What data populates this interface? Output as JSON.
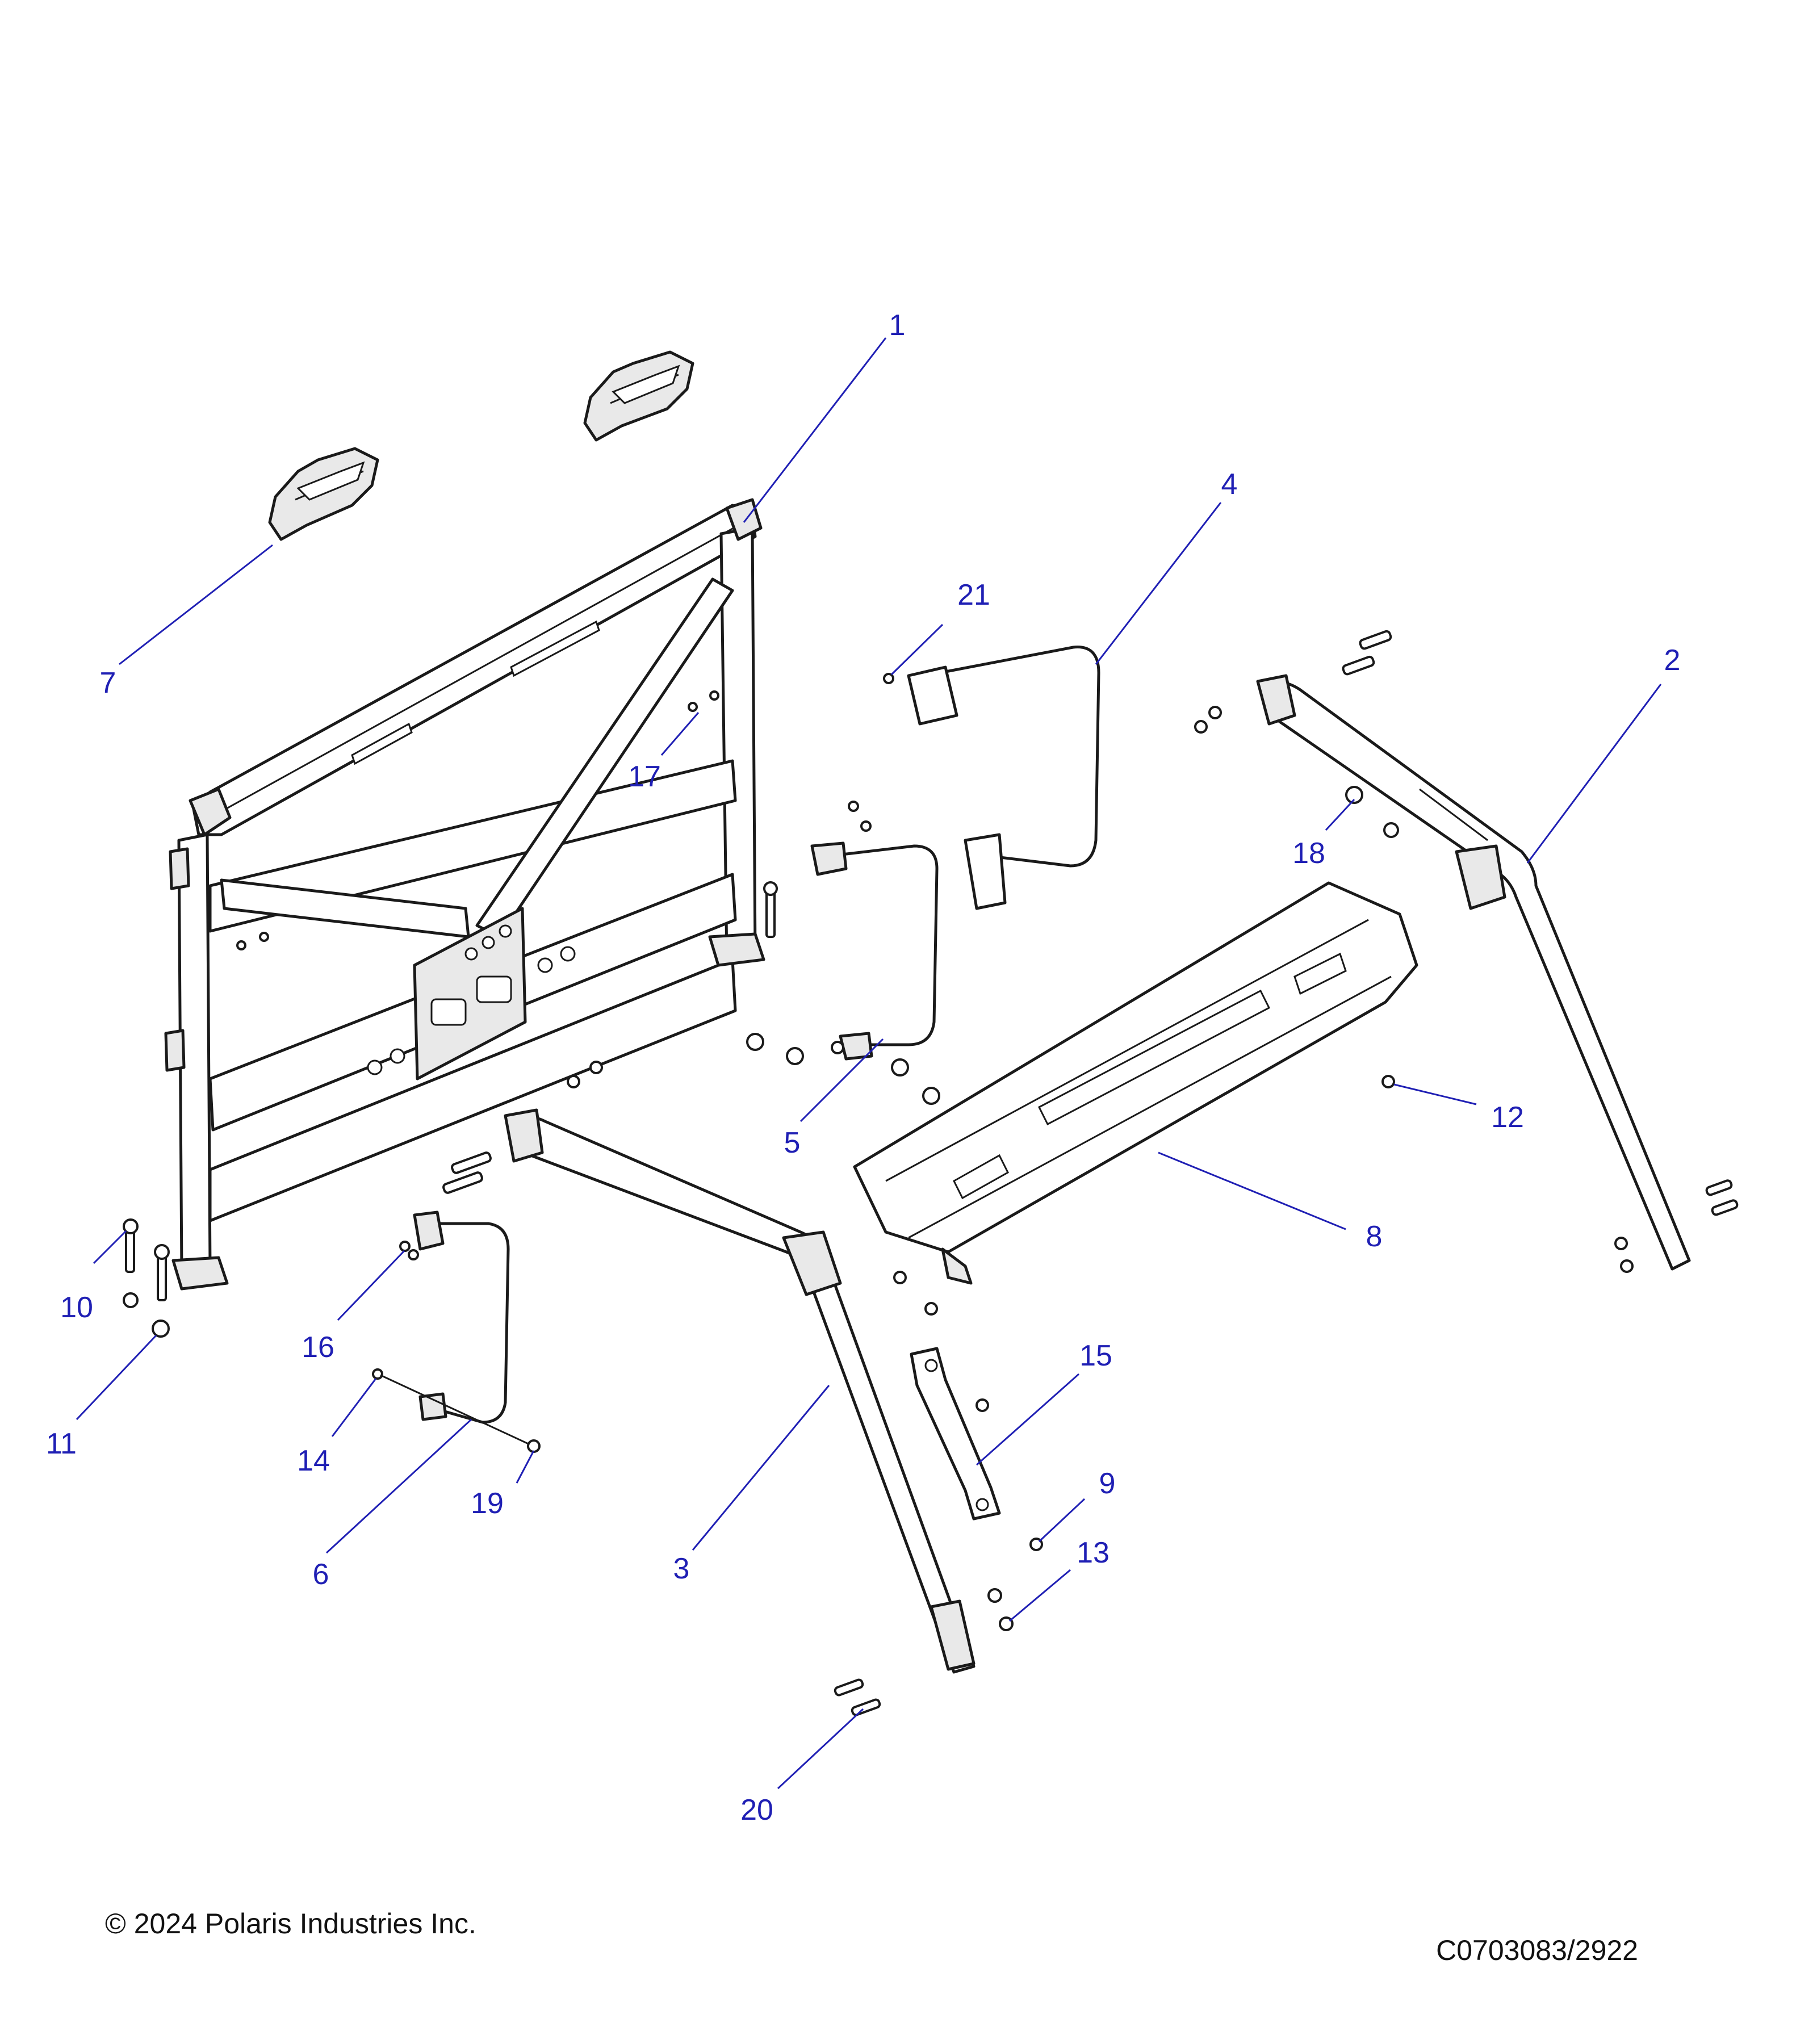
{
  "colors": {
    "callout": "#1f1fb4",
    "line_art": "#1a1a1a",
    "background": "#ffffff"
  },
  "footer": {
    "copyright": "© 2024 Polaris Industries Inc.",
    "drawing_number": "C0703083/2922"
  },
  "callouts": [
    {
      "id": "1"
    },
    {
      "id": "2"
    },
    {
      "id": "3"
    },
    {
      "id": "4"
    },
    {
      "id": "5"
    },
    {
      "id": "6"
    },
    {
      "id": "7"
    },
    {
      "id": "8"
    },
    {
      "id": "9"
    },
    {
      "id": "10"
    },
    {
      "id": "11"
    },
    {
      "id": "12"
    },
    {
      "id": "13"
    },
    {
      "id": "14"
    },
    {
      "id": "15"
    },
    {
      "id": "16"
    },
    {
      "id": "17"
    },
    {
      "id": "18"
    },
    {
      "id": "19"
    },
    {
      "id": "20"
    },
    {
      "id": "21"
    }
  ]
}
